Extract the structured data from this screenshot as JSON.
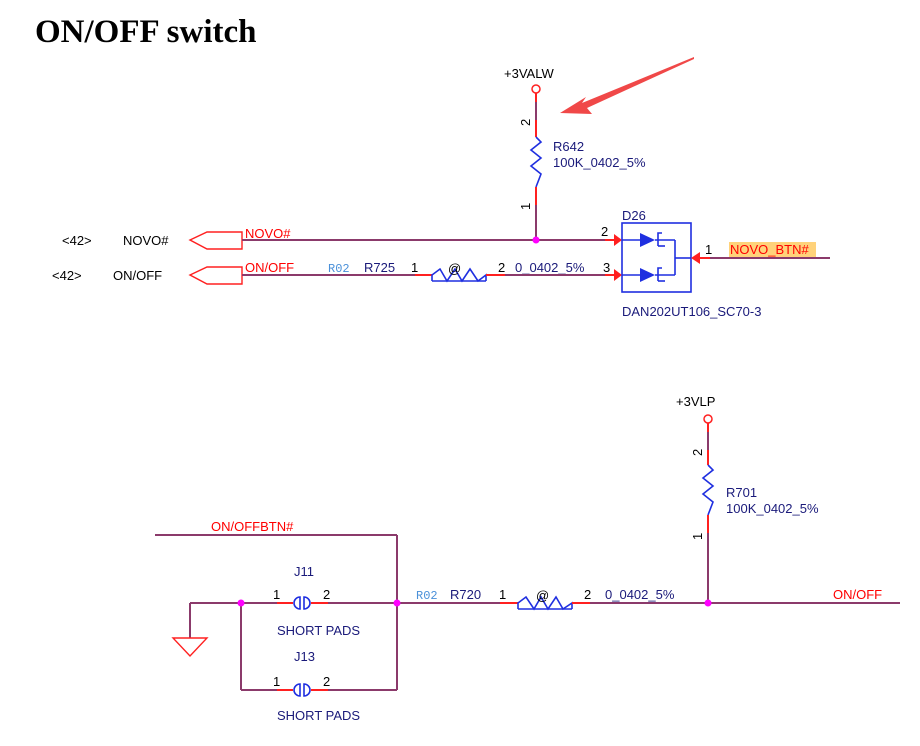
{
  "title": "ON/OFF switch",
  "colors": {
    "wire": "#8b3a6b",
    "pin": "#ff2020",
    "component": "#1f2fe0",
    "net_label": "#ff0000",
    "junction": "#ff00ff",
    "part_text": "#1a1a7a",
    "ref_tag": "#4a90d9",
    "annotation_arrow": "#f04848",
    "highlight": "#ffd27a"
  },
  "upper_circuit": {
    "power_rail": "+3VALW",
    "r642": {
      "ref": "R642",
      "value": "100K_0402_5%",
      "pin_top": "2",
      "pin_bottom": "1"
    },
    "offpage_ports": [
      {
        "page_ref": "<42>",
        "name": "NOVO#",
        "net": "NOVO#"
      },
      {
        "page_ref": "<42>",
        "name": "ON/OFF",
        "net": "ON/OFF"
      }
    ],
    "r725": {
      "tag": "R02",
      "ref": "R725",
      "pin1": "1",
      "marker": "@",
      "pin2": "2",
      "value": "0_0402_5%"
    },
    "d26": {
      "ref": "D26",
      "part": "DAN202UT106_SC70-3",
      "pin2": "2",
      "pin3": "3",
      "pin1": "1"
    },
    "input_net": "NOVO_BTN#"
  },
  "lower_circuit": {
    "power_rail": "+3VLP",
    "r701": {
      "ref": "R701",
      "value": "100K_0402_5%",
      "pin_top": "2",
      "pin_bottom": "1"
    },
    "btn_net": "ON/OFFBTN#",
    "j11": {
      "ref": "J11",
      "pin1": "1",
      "pin2": "2",
      "desc": "SHORT PADS"
    },
    "j13": {
      "ref": "J13",
      "pin1": "1",
      "pin2": "2",
      "desc": "SHORT PADS"
    },
    "r720": {
      "tag": "R02",
      "ref": "R720",
      "pin1": "1",
      "marker": "@",
      "pin2": "2",
      "value": "0_0402_5%"
    },
    "output_net": "ON/OFF"
  }
}
